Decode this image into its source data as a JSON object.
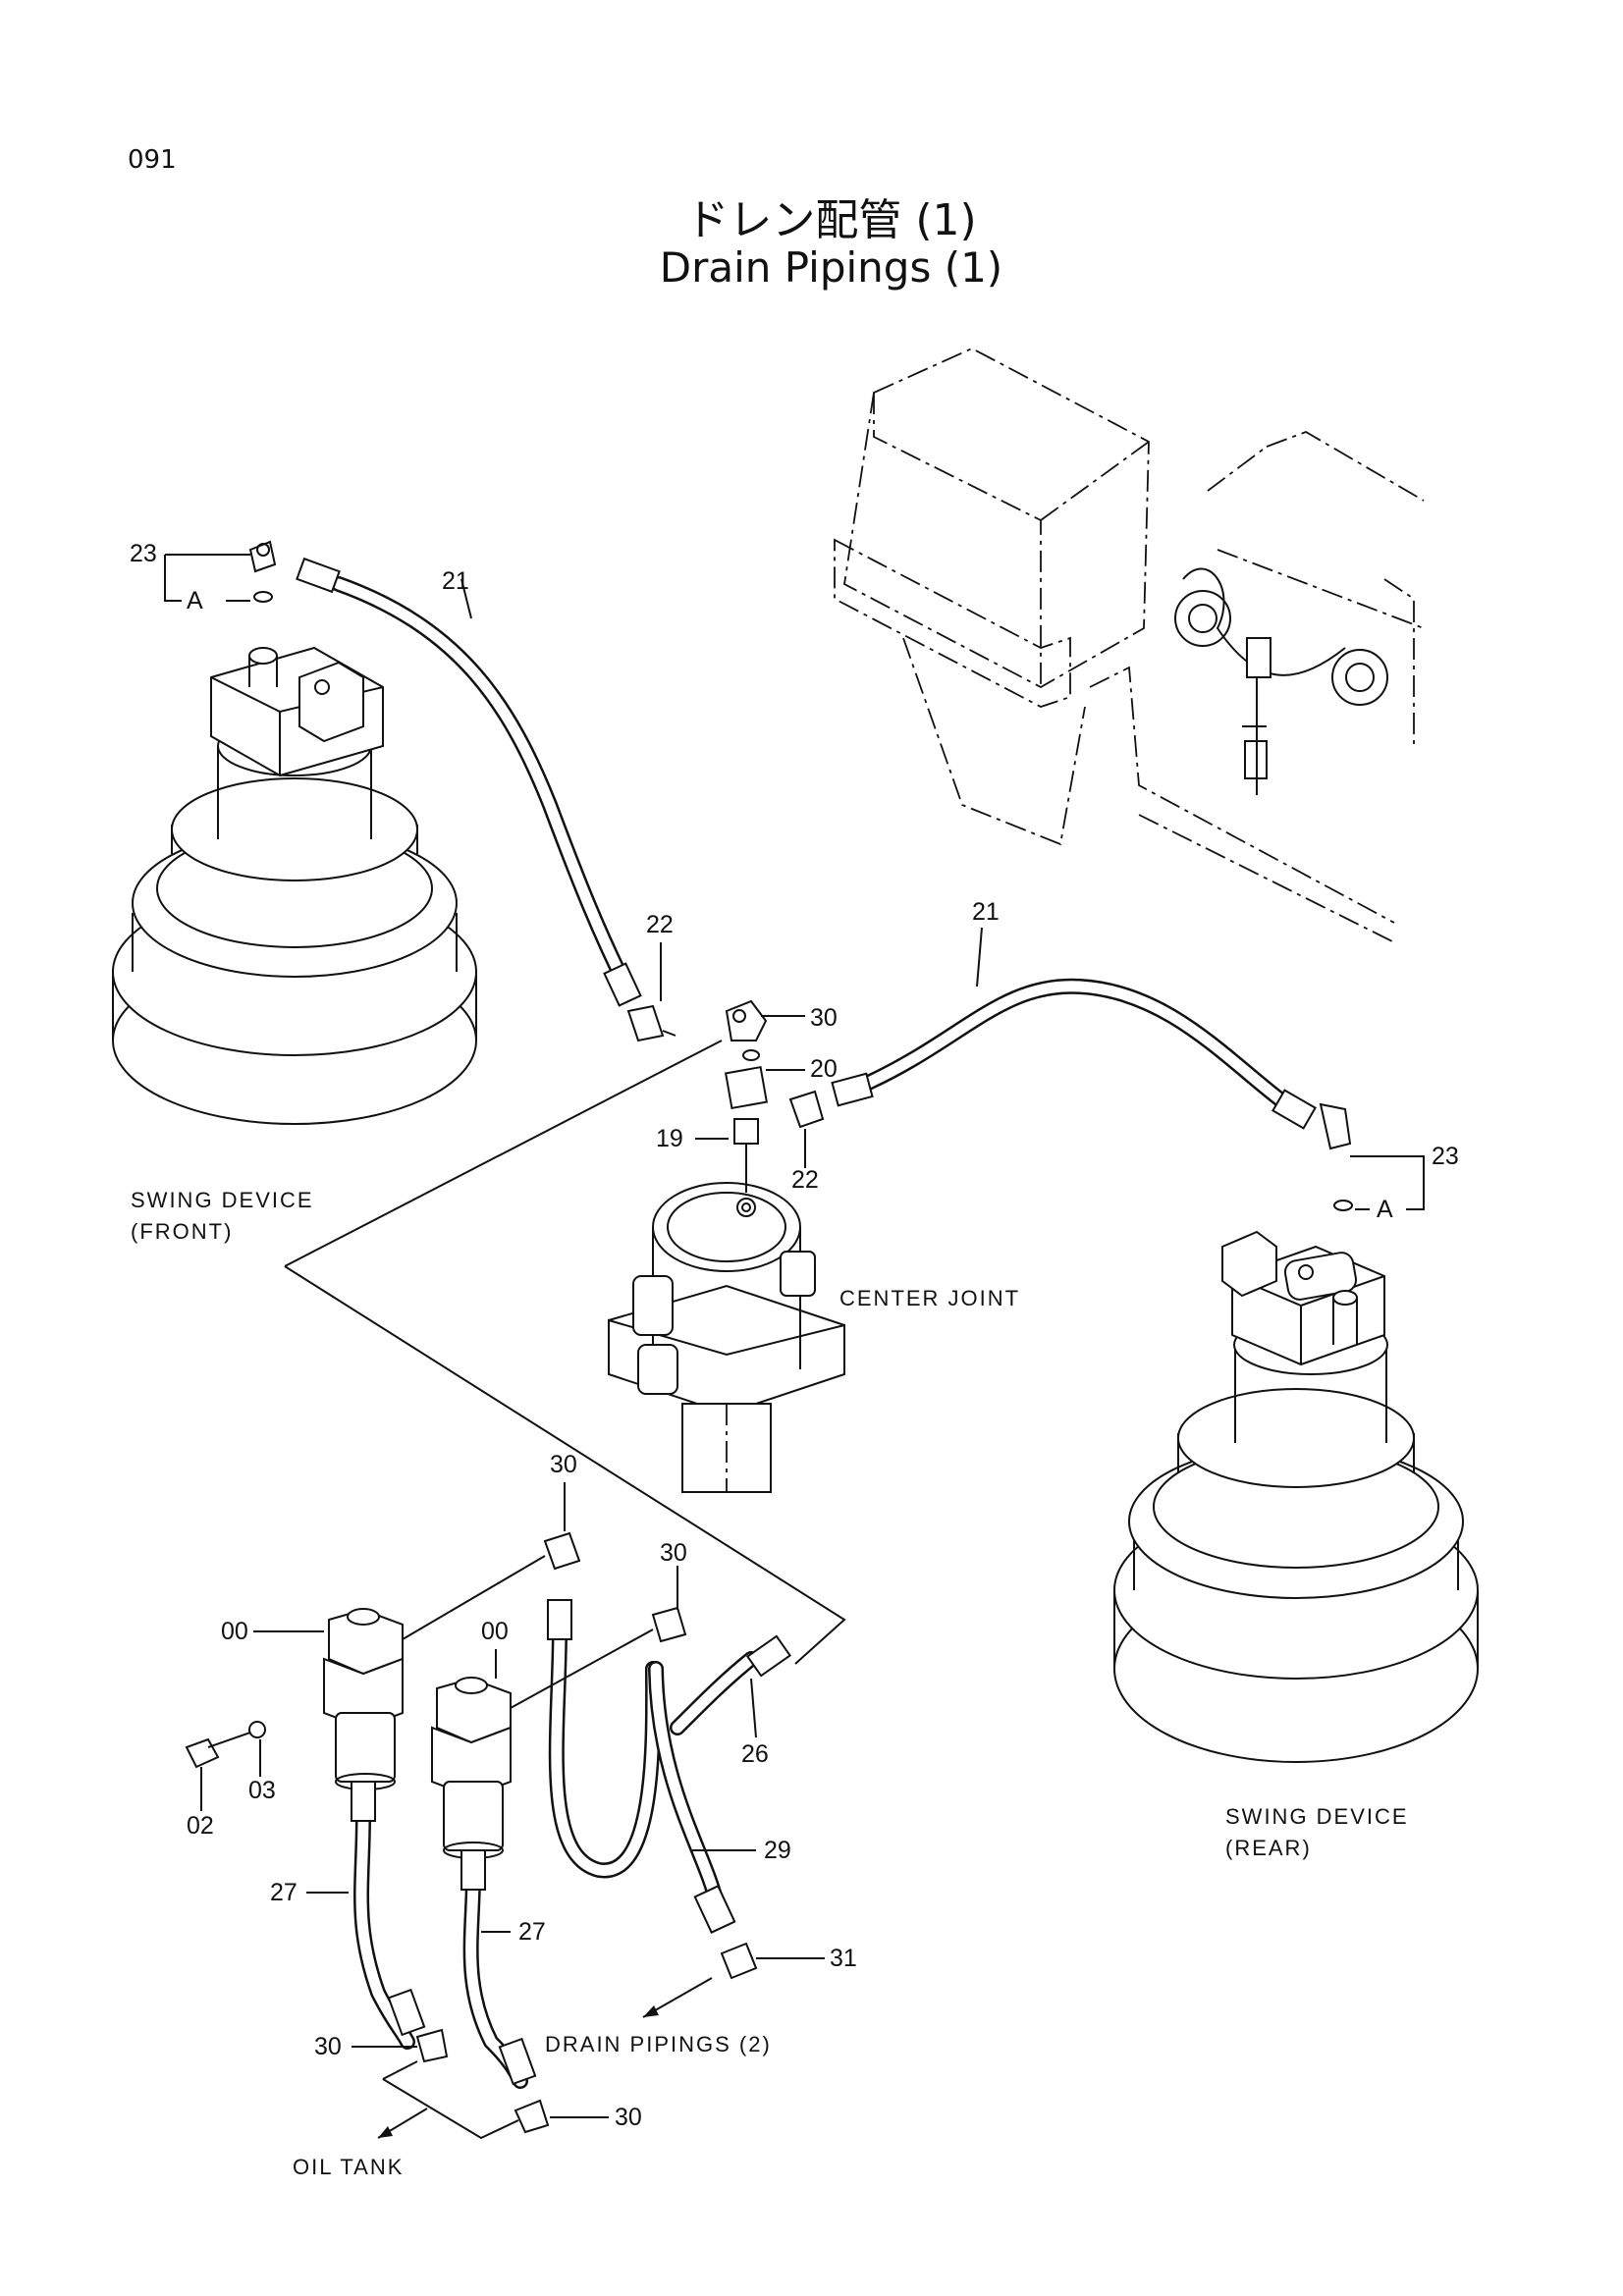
{
  "page_number": "091",
  "title_jp": "ドレン配管 (1)",
  "title_en": "Drain Pipings (1)",
  "labels": {
    "swing_front_1": "SWING  DEVICE",
    "swing_front_2": "(FRONT)",
    "swing_rear_1": "SWING  DEVICE",
    "swing_rear_2": "(REAR)",
    "center_joint": "CENTER  JOINT",
    "drain_pipings_2": "DRAIN  PIPINGS (2)",
    "oil_tank": "OIL  TANK",
    "ref_a": "A"
  },
  "part_numbers": {
    "p23_front": "23",
    "p21_front": "21",
    "p22_top": "22",
    "p30_center": "30",
    "p20": "20",
    "p19": "19",
    "p22_bottom": "22",
    "p21_rear": "21",
    "p23_rear": "23",
    "p30_a": "30",
    "p30_b": "30",
    "p00_a": "00",
    "p00_b": "00",
    "p02": "02",
    "p03": "03",
    "p26": "26",
    "p29": "29",
    "p27_a": "27",
    "p27_b": "27",
    "p31": "31",
    "p30_c": "30",
    "p30_d": "30"
  }
}
